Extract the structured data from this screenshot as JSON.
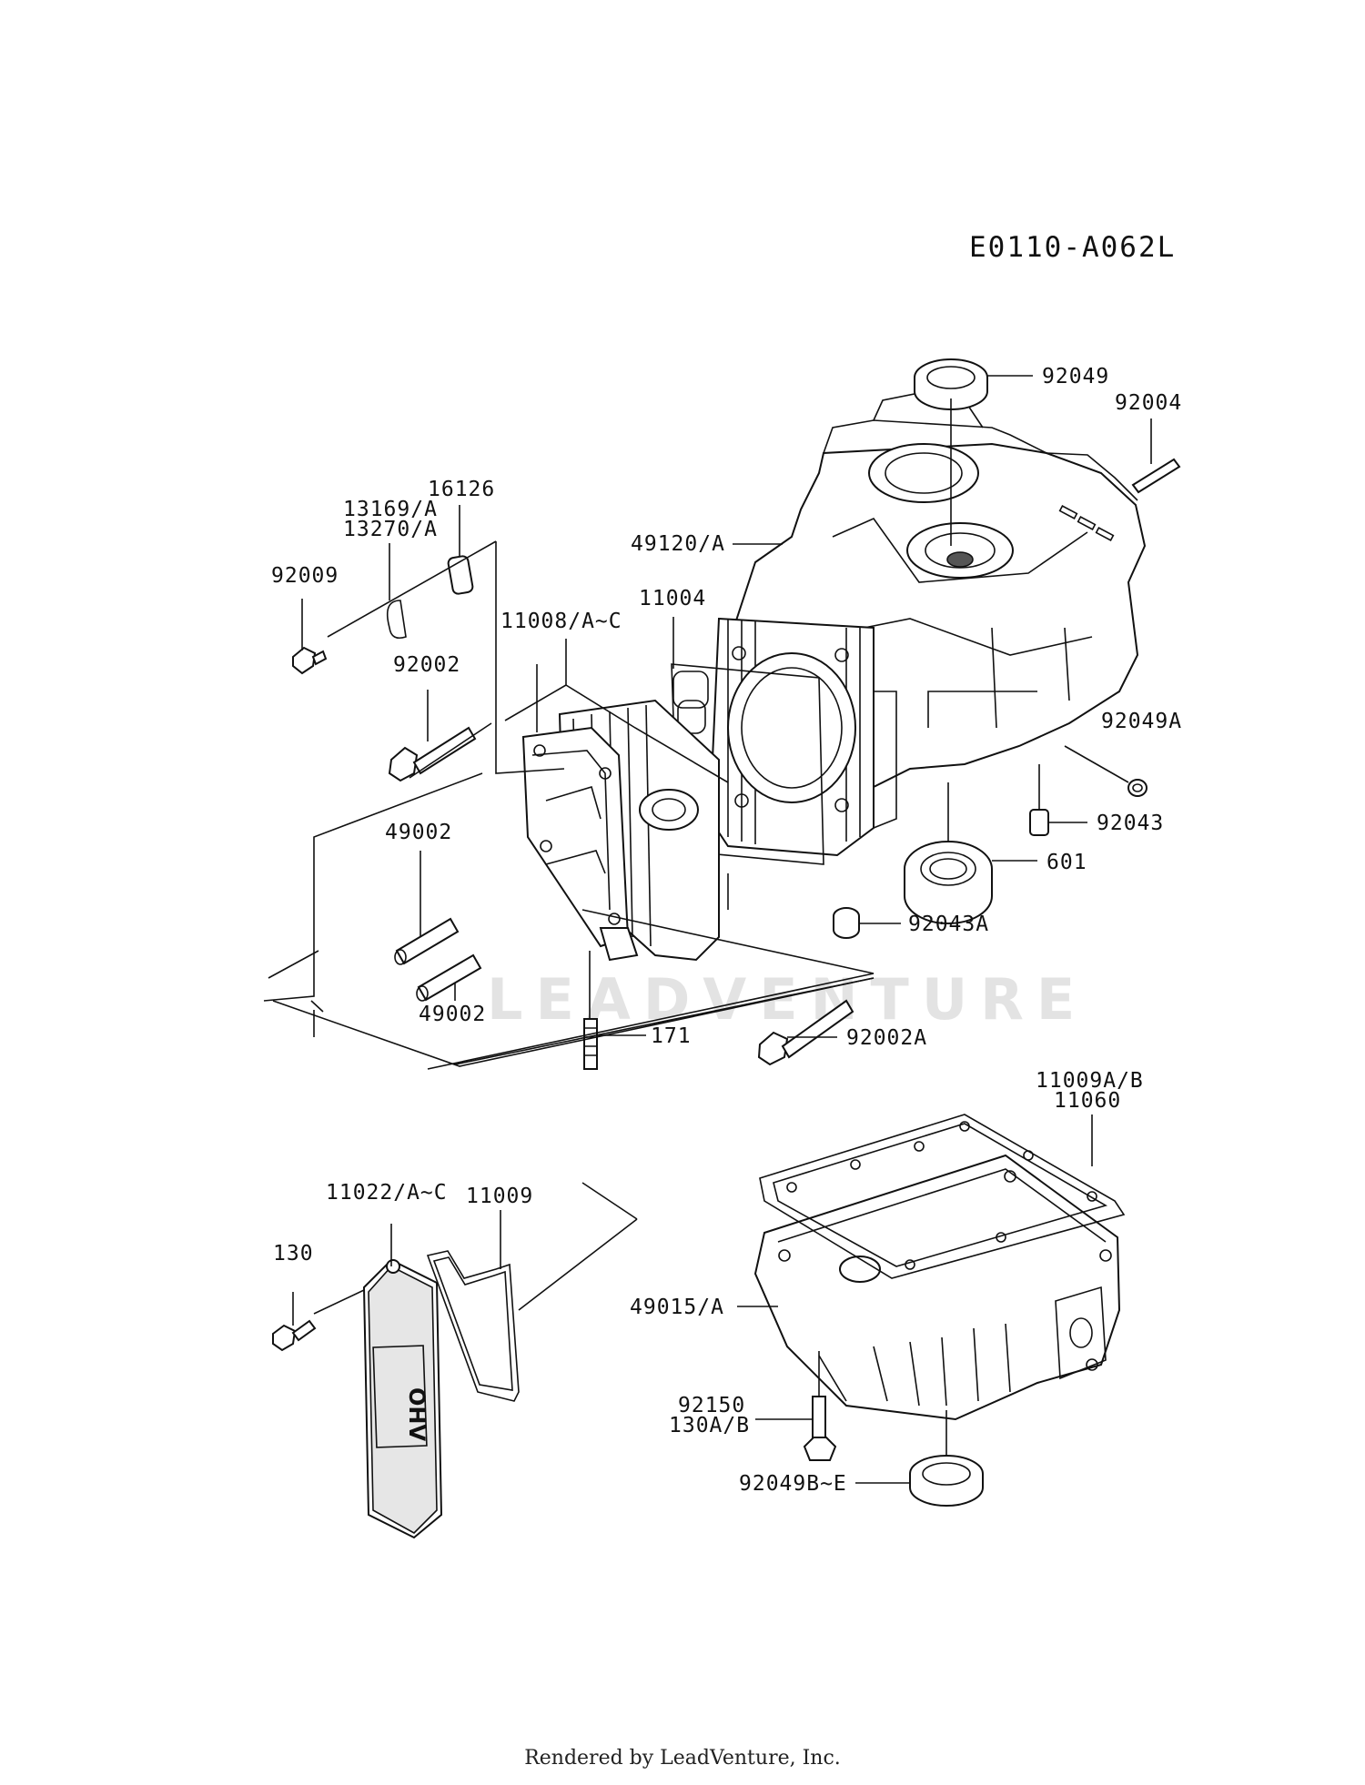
{
  "diagram_code": "E0110-A062L",
  "watermark": "LEADVENTURE",
  "footer": "Rendered by LeadVenture, Inc.",
  "part_labels": {
    "p92049": "92049",
    "p92004": "92004",
    "p16126": "16126",
    "p13169a": "13169/A",
    "p13270a": "13270/A",
    "p49120a": "49120/A",
    "p92009": "92009",
    "p11004": "11004",
    "p11008": "11008/A~C",
    "p92002": "92002",
    "p92049a": "92049A",
    "p92043": "92043",
    "p49002a": "49002",
    "p601": "601",
    "p92043a": "92043A",
    "p49002b": "49002",
    "p171": "171",
    "p92002a": "92002A",
    "p11009ab": "11009A/B",
    "p11060": "11060",
    "p11022": "11022/A~C",
    "p11009": "11009",
    "p130": "130",
    "p49015a": "49015/A",
    "p92150": "92150",
    "p130ab": "130A/B",
    "p92049be": "92049B~E"
  },
  "embossed_text": {
    "valve_cover": "OHV"
  }
}
